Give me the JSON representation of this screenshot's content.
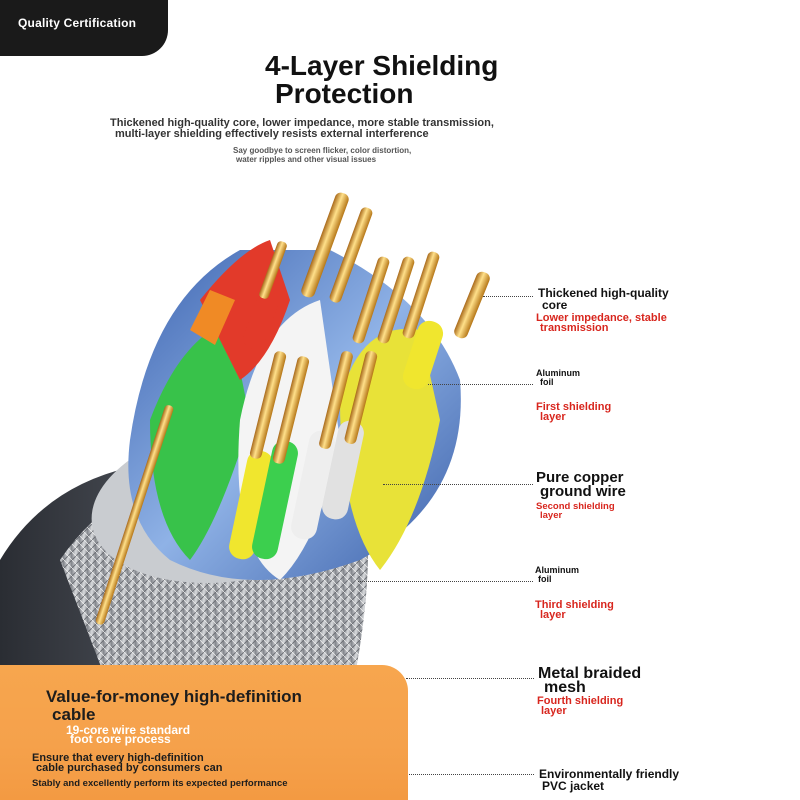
{
  "badge": {
    "text": "Quality Certification"
  },
  "title": {
    "line1": "4-Layer Shielding",
    "line2": "Protection"
  },
  "subtitle": {
    "line1": "Thickened high-quality core, lower impedance, more stable transmission,",
    "line2": "multi-layer shielding effectively resists external interference",
    "small1": "Say goodbye to screen flicker, color distortion,",
    "small2": "water ripples and other visual issues"
  },
  "callouts": {
    "core": {
      "title1": "Thickened high-quality",
      "title2": "core",
      "red1": "Lower impedance, stable",
      "red2": "transmission"
    },
    "foil1": {
      "title1": "Aluminum",
      "title2": "foil",
      "red1": "First shielding",
      "red2": "layer"
    },
    "ground": {
      "title1": "Pure copper",
      "title2": "ground wire",
      "red1": "Second shielding",
      "red2": "layer"
    },
    "foil2": {
      "title1": "Aluminum",
      "title2": "foil",
      "red1": "Third shielding",
      "red2": "layer"
    },
    "braid": {
      "title1": "Metal braided",
      "title2": "mesh",
      "red1": "Fourth shielding",
      "red2": "layer"
    },
    "jacket": {
      "title1": "Environmentally friendly",
      "title2": "PVC jacket"
    }
  },
  "promo": {
    "title1": "Value-for-money high-definition",
    "title2": "cable",
    "sub1": "19-core wire standard",
    "sub2": "foot core process",
    "note1": "Ensure that every high-definition",
    "note2": "cable purchased by consumers can",
    "note3": "Stably and excellently perform its expected performance"
  },
  "colors": {
    "accent_red": "#d8261e",
    "promo_orange": "#f5a14b",
    "copper": "#e0a53a",
    "foil_blue": "#5f86c9"
  }
}
